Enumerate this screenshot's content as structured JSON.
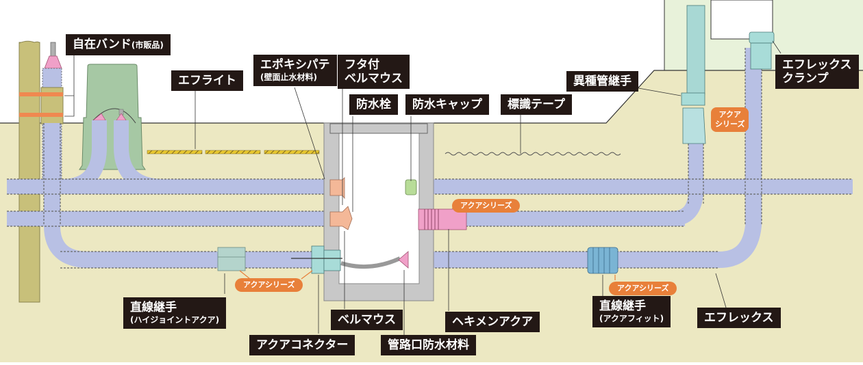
{
  "title": "Underground conduit installation diagram",
  "colors": {
    "ground": "#ece8c2",
    "building_wall": "#e8f2da",
    "conduit": "#b8c0e4",
    "pole": "#c8c07a",
    "label_bg": "#231815",
    "badge": "#e8803a",
    "handhole_wall": "#c8c8c8",
    "accent_pink": "#f0a0c8",
    "accent_salmon": "#f4b898",
    "fitting_teal": "#a8dcd8"
  },
  "labels": {
    "jizai_band": "自在バンド",
    "jizai_band_note": "(市販品)",
    "eflight": "エフライト",
    "epoxy_pate": "エポキシパテ",
    "epoxy_pate_note": "(壁面止水材料)",
    "futa_bellmouth_1": "フタ付",
    "futa_bellmouth_2": "ベルマウス",
    "bousui_sen": "防水栓",
    "bousui_cap": "防水キャップ",
    "hyoshiki_tape": "標識テープ",
    "ishukan_tsugite": "異種管継手",
    "eflex_clamp_1": "エフレックス",
    "eflex_clamp_2": "クランプ",
    "chokusen_hijoint": "直線継手",
    "chokusen_hijoint_note": "(ハイジョイントアクア)",
    "aqua_connector": "アクアコネクター",
    "bellmouth": "ベルマウス",
    "kanro_bousui": "管路口防水材料",
    "hekimen_aqua": "ヘキメンアクア",
    "chokusen_aquafit": "直線継手",
    "chokusen_aquafit_note": "(アクアフィット)",
    "eflex": "エフレックス"
  },
  "badges": {
    "aqua_series": "アクアシリーズ",
    "aqua_series_line1": "アクア",
    "aqua_series_line2": "シリーズ"
  }
}
